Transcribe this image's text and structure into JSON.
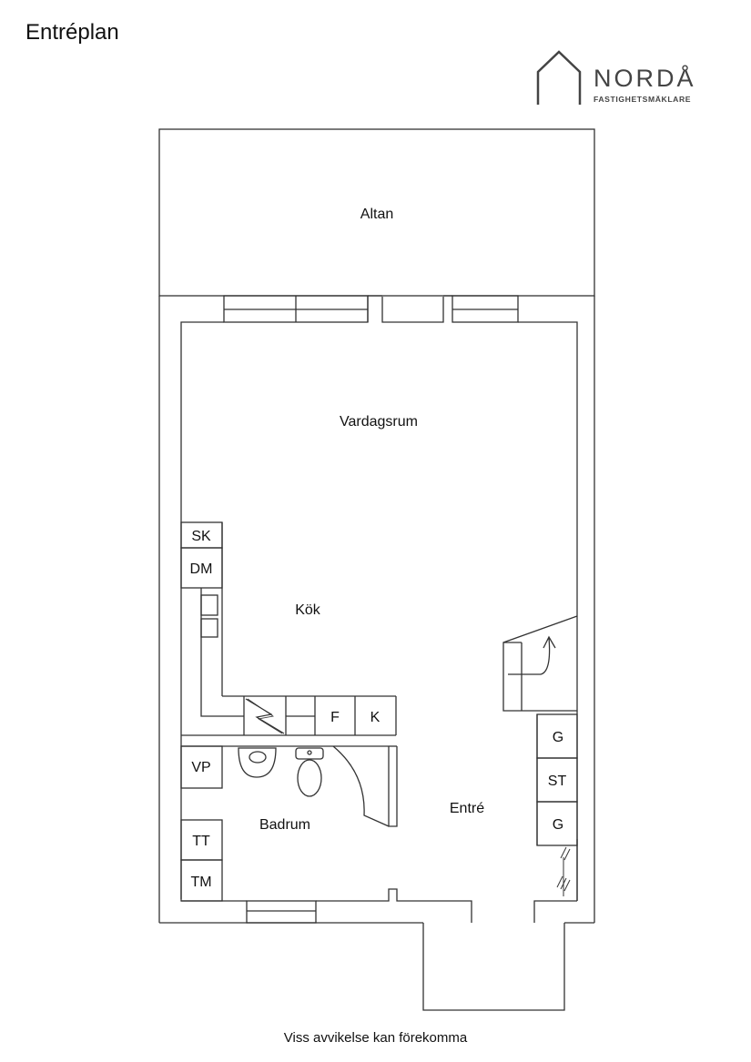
{
  "title": "Entréplan",
  "logo": {
    "word": "NORDÅ",
    "sub": "FASTIGHETSMÄKLARE"
  },
  "rooms": {
    "altan": "Altan",
    "vardagsrum": "Vardagsrum",
    "kok": "Kök",
    "badrum": "Badrum",
    "entre": "Entré"
  },
  "fixtures": {
    "sk": "SK",
    "dm": "DM",
    "f": "F",
    "k": "K",
    "vp": "VP",
    "tt": "TT",
    "tm": "TM",
    "g1": "G",
    "st": "ST",
    "g2": "G"
  },
  "footer": "Viss avvikelse kan förekomma",
  "colors": {
    "line": "#333333",
    "background": "#ffffff"
  }
}
